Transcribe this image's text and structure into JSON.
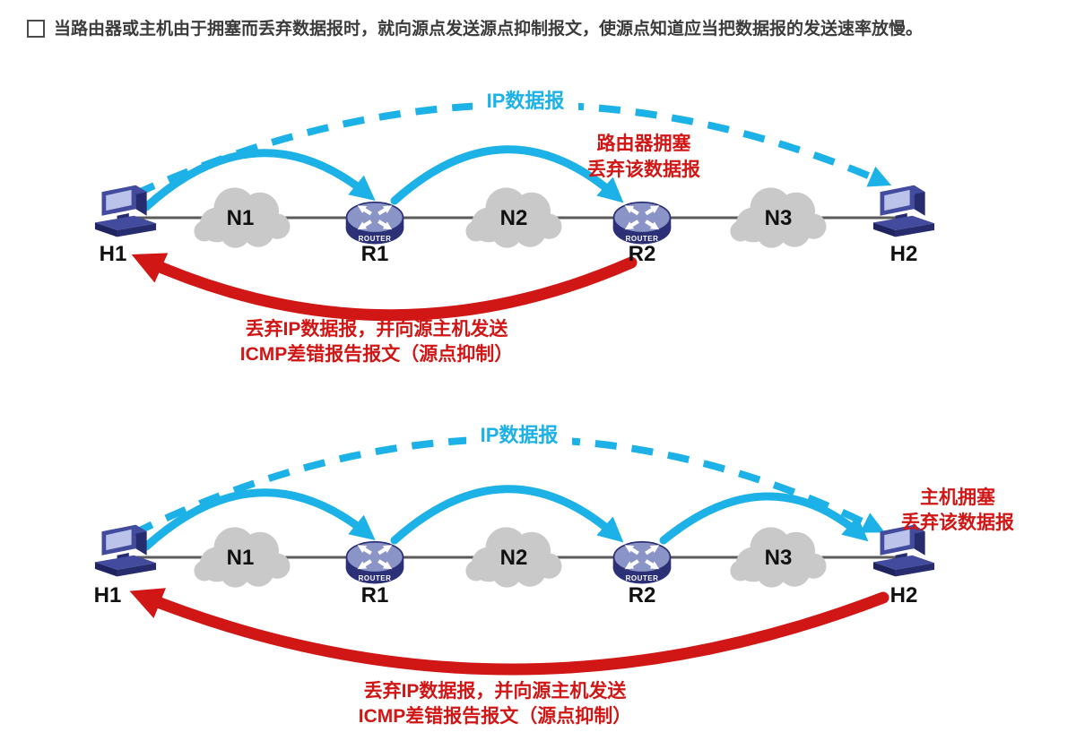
{
  "header": {
    "text": "当路由器或主机由于拥塞而丢弃数据报时，就向源点发送源点抑制报文，使源点知道应当把数据报的发送速率放慢。"
  },
  "colors": {
    "cyan": "#1cb1e7",
    "red": "#d11616",
    "ink": "#3c3c3c",
    "node-label": "#111111",
    "cloud": "#c9c9c9",
    "link-line": "#5b5b5b",
    "router-top": "#8a94c6",
    "router-dark": "#2b3077",
    "host-mid": "#434b9e",
    "host-dark": "#272c6f",
    "host-darker": "#1f2460",
    "host-screen": "#bcc3ea"
  },
  "icons": {
    "router_badge": "ROUTER",
    "host_icon": "desktop-computer",
    "network_icon": "cloud"
  },
  "diagram_top": {
    "ip_label": "IP数据报",
    "congestion": {
      "line1": "路由器拥塞",
      "line2": "丢弃该数据报"
    },
    "caption": {
      "line1": "丢弃IP数据报，并向源主机发送",
      "line2": "ICMP差错报告报文（源点抑制）"
    },
    "nodes": {
      "h1": "H1",
      "n1": "N1",
      "r1": "R1",
      "n2": "N2",
      "r2": "R2",
      "n3": "N3",
      "h2": "H2"
    }
  },
  "diagram_bottom": {
    "ip_label": "IP数据报",
    "congestion": {
      "line1": "主机拥塞",
      "line2": "丢弃该数据报"
    },
    "caption": {
      "line1": "丢弃IP数据报，并向源主机发送",
      "line2": "ICMP差错报告报文（源点抑制）"
    },
    "nodes": {
      "h1": "H1",
      "n1": "N1",
      "r1": "R1",
      "n2": "N2",
      "r2": "R2",
      "n3": "N3",
      "h2": "H2"
    }
  }
}
